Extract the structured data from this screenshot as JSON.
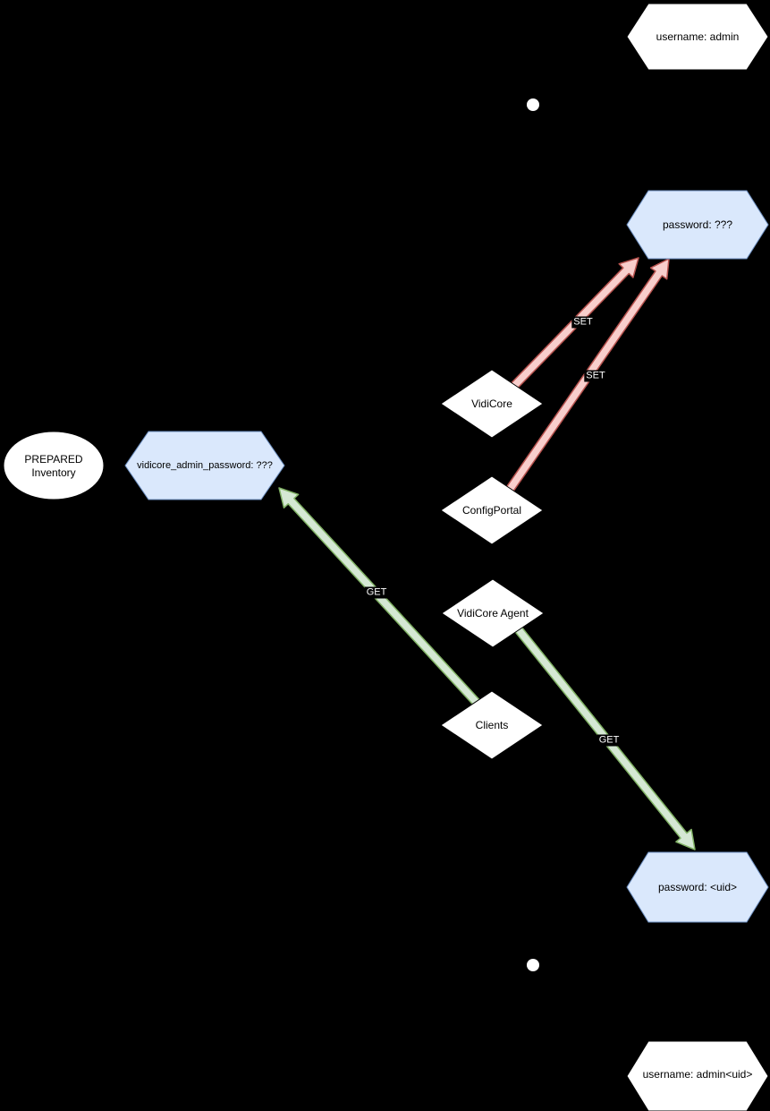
{
  "diagram": {
    "nodes": {
      "username_admin": {
        "label": "username: admin"
      },
      "password_unknown": {
        "label": "password: ???"
      },
      "vidicore": {
        "label": "VidiCore"
      },
      "prepared_inventory": {
        "line1": "PREPARED",
        "line2": "Inventory"
      },
      "vidicore_admin_password": {
        "label": "vidicore_admin_password: ???"
      },
      "configportal": {
        "label": "ConfigPortal"
      },
      "vidicore_agent": {
        "label": "VidiCore Agent"
      },
      "clients": {
        "label": "Clients"
      },
      "password_uid": {
        "label": "password: <uid>"
      },
      "username_admin_uid": {
        "label": "username: admin<uid>"
      }
    },
    "edges": [
      {
        "from": "VidiCore",
        "to": "password: ???",
        "label": "SET"
      },
      {
        "from": "ConfigPortal",
        "to": "password: ???",
        "label": "SET"
      },
      {
        "from": "Clients",
        "to": "vidicore_admin_password: ???",
        "label": "GET"
      },
      {
        "from": "VidiCore Agent",
        "to": "password: <uid>",
        "label": "GET"
      }
    ],
    "colors": {
      "background": "#000000",
      "node_fill_white": "#ffffff",
      "node_fill_blue": "#dae8fc",
      "node_stroke_blue": "#6c8ebf",
      "arrow_set_fill": "#f8cecc",
      "arrow_set_stroke": "#b85450",
      "arrow_get_fill": "#d5e8d4",
      "arrow_get_stroke": "#82b366",
      "edge_label_text": "#ffffff"
    }
  }
}
